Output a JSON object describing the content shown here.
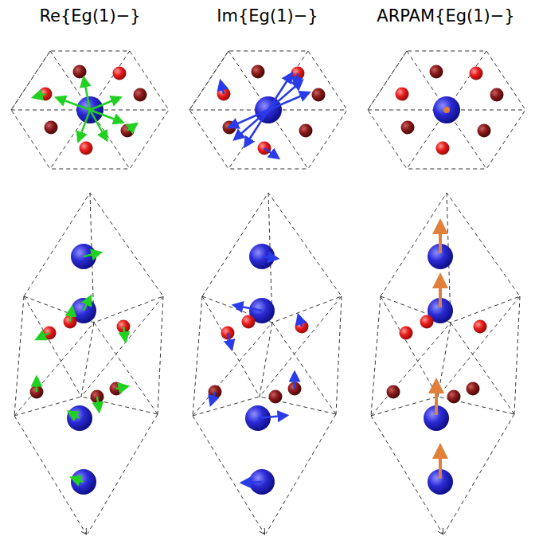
{
  "diagram": {
    "labels": [
      "Re{Eg(1)−}",
      "Im{Eg(1)−}",
      "ARPAM{Eg(1)−}"
    ]
  }
}
